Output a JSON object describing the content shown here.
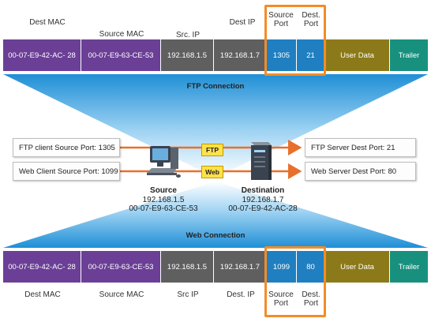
{
  "top_frame": {
    "headers": {
      "dest_mac": "Dest MAC",
      "source_mac": "Source MAC",
      "src_ip": "Src. IP",
      "dest_ip": "Dest IP",
      "source_port": [
        "Source",
        "Port"
      ],
      "dest_port": [
        "Dest.",
        "Port"
      ]
    },
    "cells": {
      "dest_mac": "00-07-E9-42-AC- 28",
      "source_mac": "00-07-E9-63-CE-53",
      "src_ip": "192.168.1.5",
      "dest_ip": "192.168.1.7",
      "source_port": "1305",
      "dest_port": "21",
      "user_data": "User Data",
      "trailer": "Trailer"
    },
    "connection_label": "FTP Connection"
  },
  "middle": {
    "left_boxes": [
      "FTP client Source Port: 1305",
      "Web Client Source Port: 1099"
    ],
    "right_boxes": [
      "FTP Server Dest Port: 21",
      "Web Server Dest Port: 80"
    ],
    "tags": [
      "FTP",
      "Web"
    ],
    "source": {
      "title": "Source",
      "ip": "192.168.1.5",
      "mac": "00-07-E9-63-CE-53"
    },
    "destination": {
      "title": "Destination",
      "ip": "192.168.1.7",
      "mac": "00-07-E9-42-AC-28"
    }
  },
  "bottom_frame": {
    "connection_label": "Web Connection",
    "cells": {
      "dest_mac": "00-07-E9-42-AC- 28",
      "source_mac": "00-07-E9-63-CE-53",
      "src_ip": "192.168.1.5",
      "dest_ip": "192.168.1.7",
      "source_port": "1099",
      "dest_port": "80",
      "user_data": "User Data",
      "trailer": "Trailer"
    },
    "footers": {
      "dest_mac": "Dest MAC",
      "source_mac": "Source MAC",
      "src_ip": "Src IP",
      "dest_ip": "Dest. IP",
      "source_port": [
        "Source",
        "Port"
      ],
      "dest_port": [
        "Dest.",
        "Port"
      ]
    }
  },
  "colors": {
    "mac": "#6b3f96",
    "ip": "#5f5f5f",
    "port": "#1f7fc0",
    "user_data": "#8c7a1a",
    "trailer": "#17907e",
    "highlight": "#f28c28",
    "protocol_tag": "#ffe24a"
  }
}
